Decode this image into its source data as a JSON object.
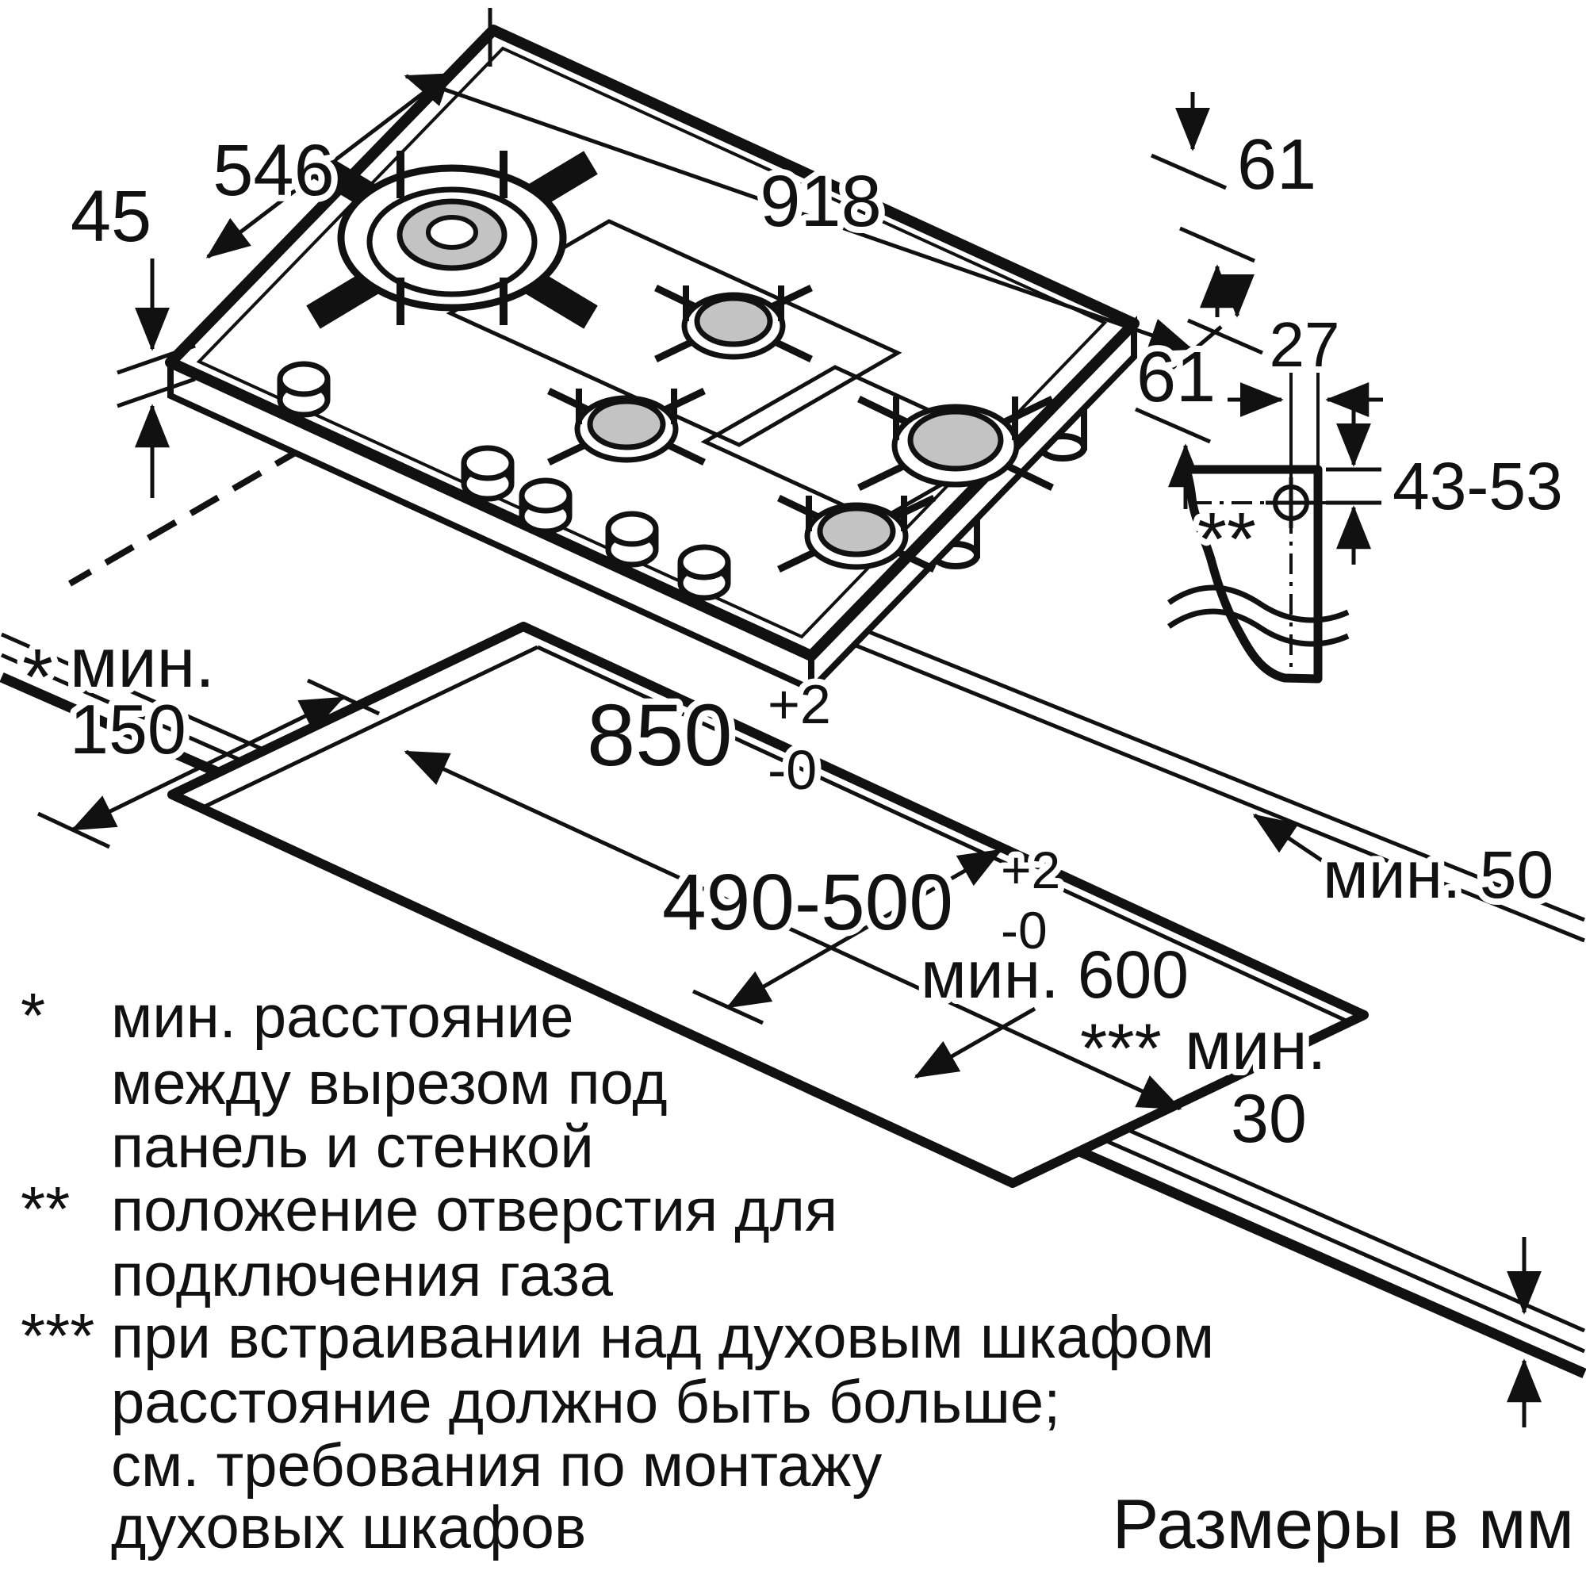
{
  "labels": {
    "hob_width": "918",
    "hob_depth": "546",
    "hob_height": "45",
    "offset_back": "61",
    "offset_front": "61",
    "gas_x": "27",
    "gas_y": "43-53",
    "detail_marker": "**",
    "cut_length": "850",
    "cut_length_plus": "+2",
    "cut_length_minus": "-0",
    "cut_depth": "490-500",
    "cut_depth_plus": "+2",
    "cut_depth_minus": "-0",
    "min_back": "мин. 50",
    "min_front": "мин. 600",
    "min_left_marker": "*",
    "min_left_label": "мин.",
    "min_left_value": "150",
    "min_oven_marker": "***",
    "min_oven_label": "мин.",
    "min_oven_value": "30",
    "units": "Размеры в мм"
  },
  "footnotes": [
    {
      "marker": "*",
      "text": "мин. расстояние"
    },
    {
      "marker": "",
      "text": "между вырезом под"
    },
    {
      "marker": "",
      "text": "панель и стенкой"
    },
    {
      "marker": "**",
      "text": "положение отверстия для"
    },
    {
      "marker": "",
      "text": "подключения газа"
    },
    {
      "marker": "***",
      "text": "при встраивании над духовым шкафом"
    },
    {
      "marker": "",
      "text": "расстояние должно быть больше;"
    },
    {
      "marker": "",
      "text": "см. требования по монтажу"
    },
    {
      "marker": "",
      "text": "духовых шкафов"
    }
  ],
  "colors": {
    "line": "#111111",
    "burner_cap": "#c3c3c3",
    "background": "#ffffff"
  }
}
